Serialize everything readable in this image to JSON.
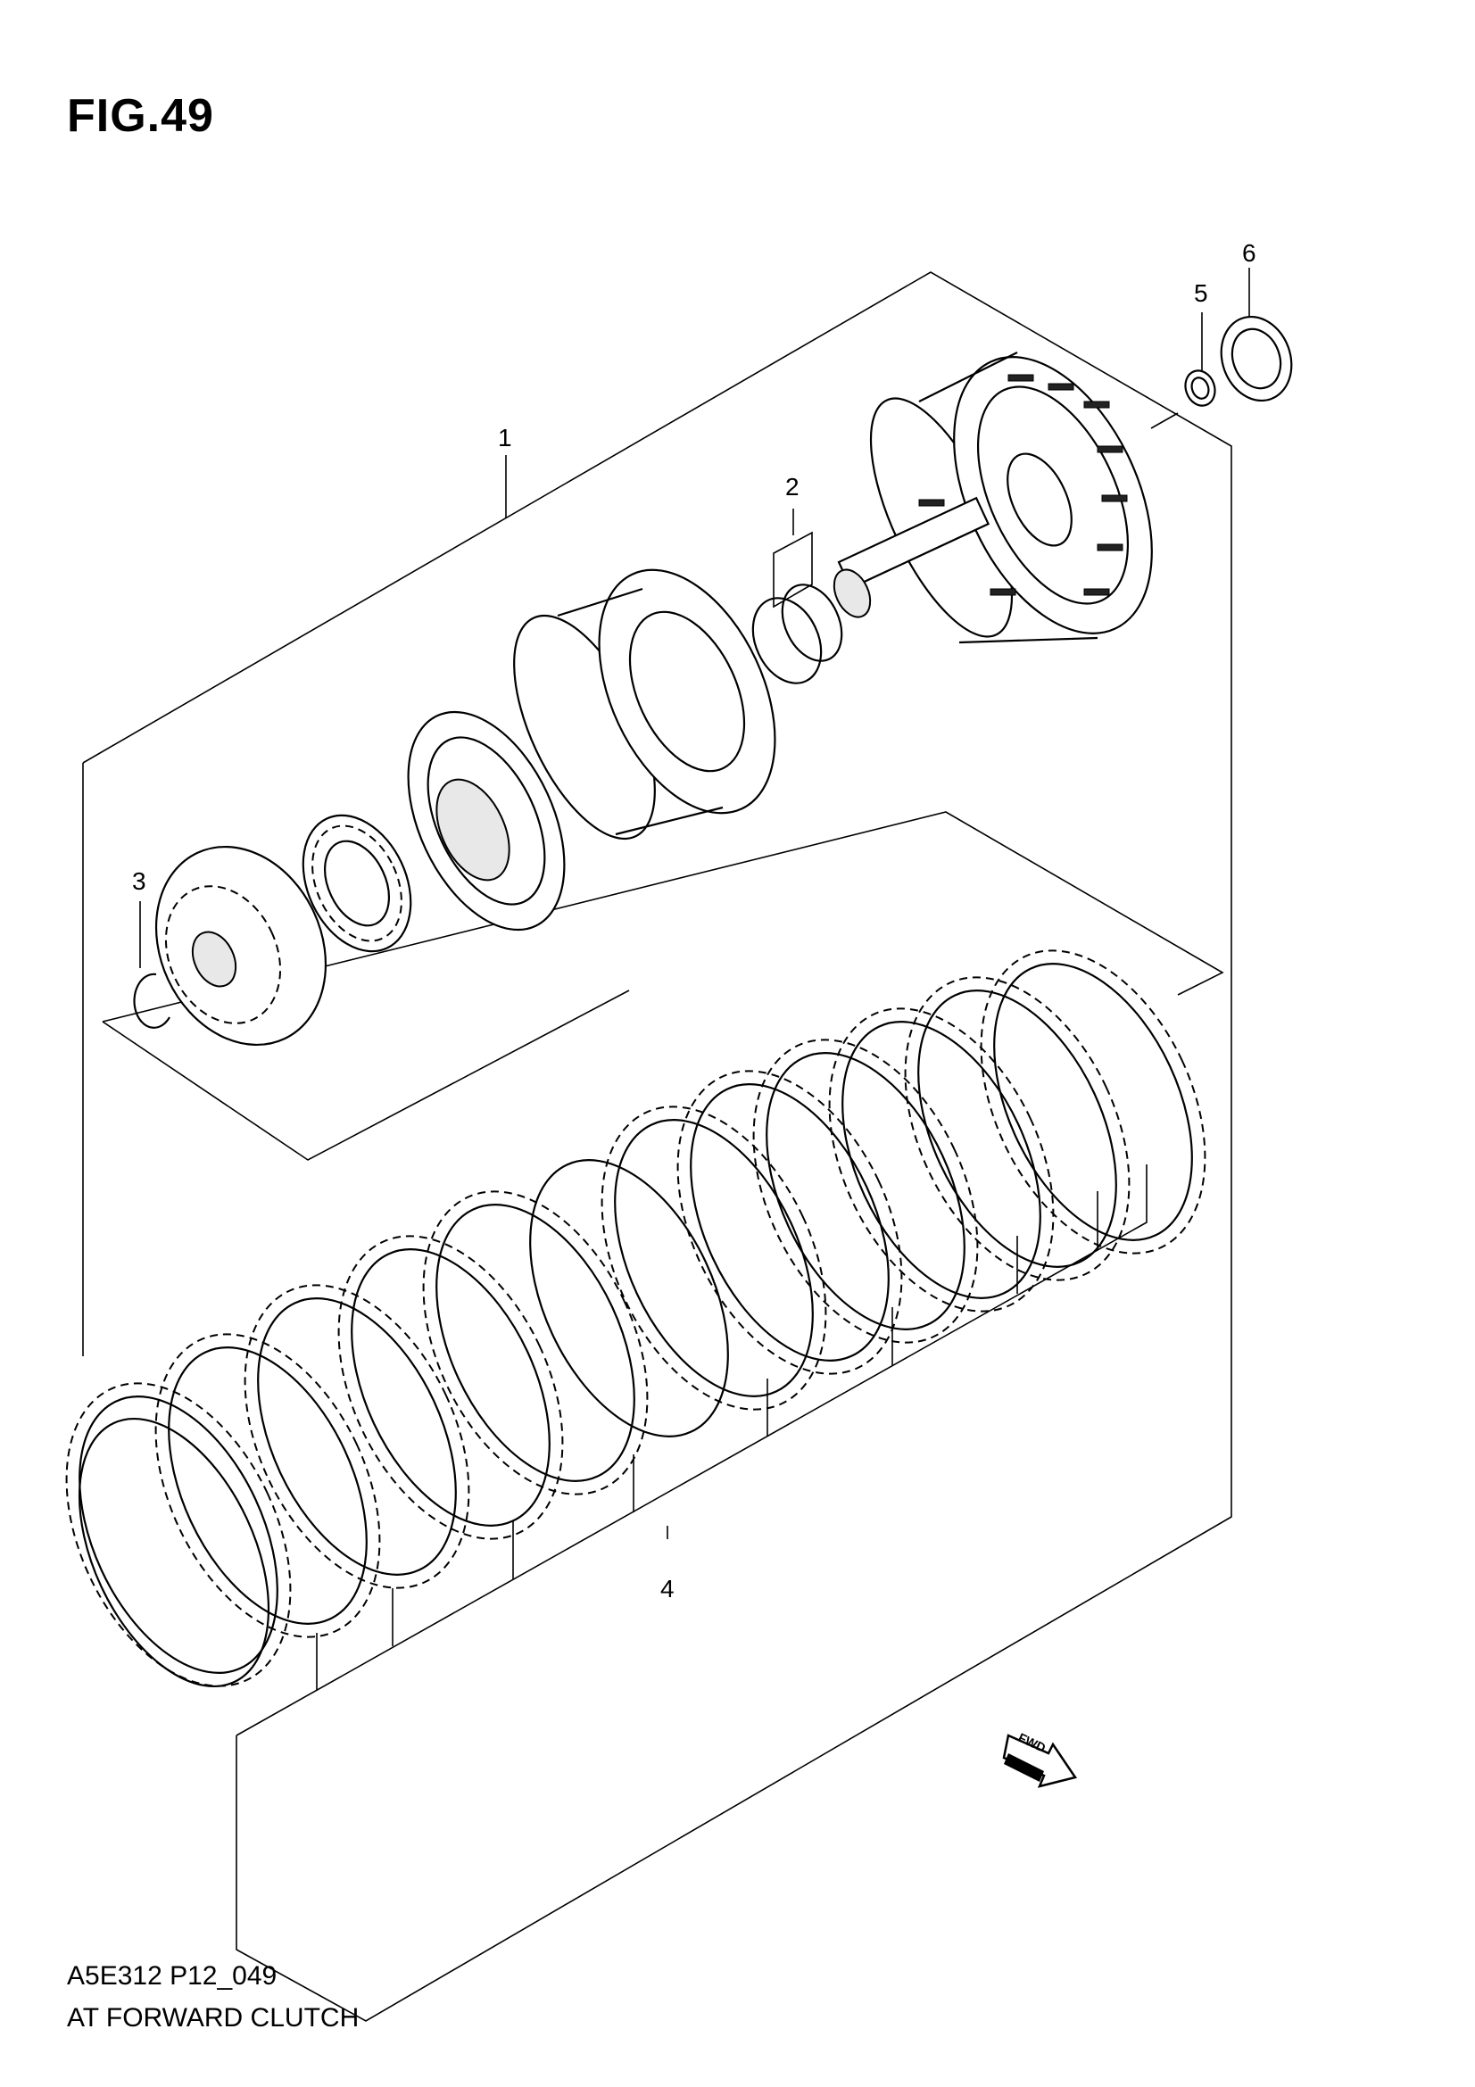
{
  "figure": {
    "title": "FIG.49"
  },
  "callouts": [
    {
      "id": "1",
      "label": "1"
    },
    {
      "id": "2",
      "label": "2"
    },
    {
      "id": "3",
      "label": "3"
    },
    {
      "id": "4",
      "label": "4"
    },
    {
      "id": "5",
      "label": "5"
    },
    {
      "id": "6",
      "label": "6"
    }
  ],
  "direction_marker": {
    "label": "FWD"
  },
  "footer": {
    "code": "A5E312 P12_049",
    "name": "AT FORWARD CLUTCH"
  }
}
